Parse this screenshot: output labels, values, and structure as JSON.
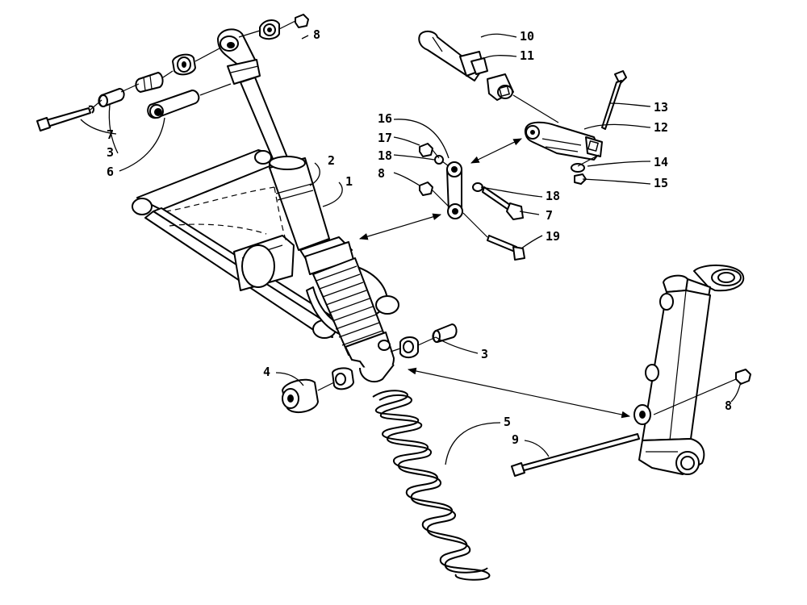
{
  "callouts": {
    "c1": "1",
    "c2": "2",
    "c3a": "3",
    "c3b": "3",
    "c4": "4",
    "c5": "5",
    "c6": "6",
    "c7a": "7",
    "c7b": "7",
    "c8a": "8",
    "c8b": "8",
    "c8c": "8",
    "c9": "9",
    "c10": "10",
    "c11": "11",
    "c12": "12",
    "c13": "13",
    "c14": "14",
    "c15": "15",
    "c16": "16",
    "c17": "17",
    "c18a": "18",
    "c18b": "18",
    "c19": "19"
  }
}
